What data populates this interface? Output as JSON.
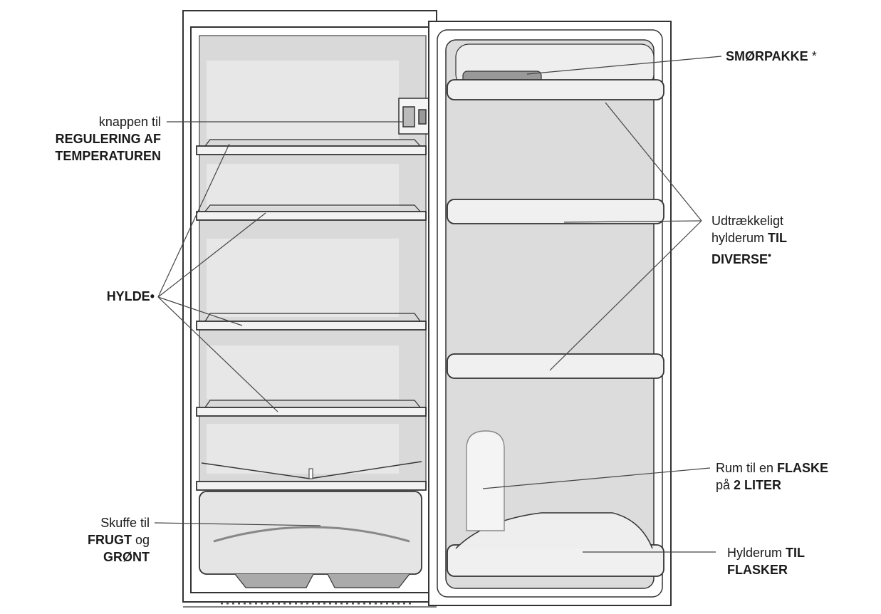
{
  "labels": {
    "temp_control": {
      "line1": "knappen til",
      "line2": "REGULERING AF",
      "line3": "TEMPERATUREN"
    },
    "shelf": {
      "text": "HYLDE•"
    },
    "crisper": {
      "line1": "Skuffe til",
      "bold1": "FRUGT",
      "rest1": " og",
      "line3": "GRØNT"
    },
    "butter": {
      "bold": "SMØRPAKKE",
      "rest": " *"
    },
    "door_rack": {
      "line1": "Udtrækkeligt",
      "line2a": "hylderum ",
      "line2b": "TIL",
      "line3": "DIVERSE",
      "sup": "•"
    },
    "bottle_2l": {
      "line1a": "Rum til en ",
      "line1b": "FLASKE",
      "line2a": "på ",
      "line2b": "2 LITER"
    },
    "bottle_shelf": {
      "line1a": "Hylderum ",
      "line1b": "TIL",
      "line2": "FLASKER"
    }
  },
  "colors": {
    "line": "#333333",
    "interior": "#d6d6d6",
    "shelf": "#f2f2f2",
    "frame": "#ffffff"
  }
}
